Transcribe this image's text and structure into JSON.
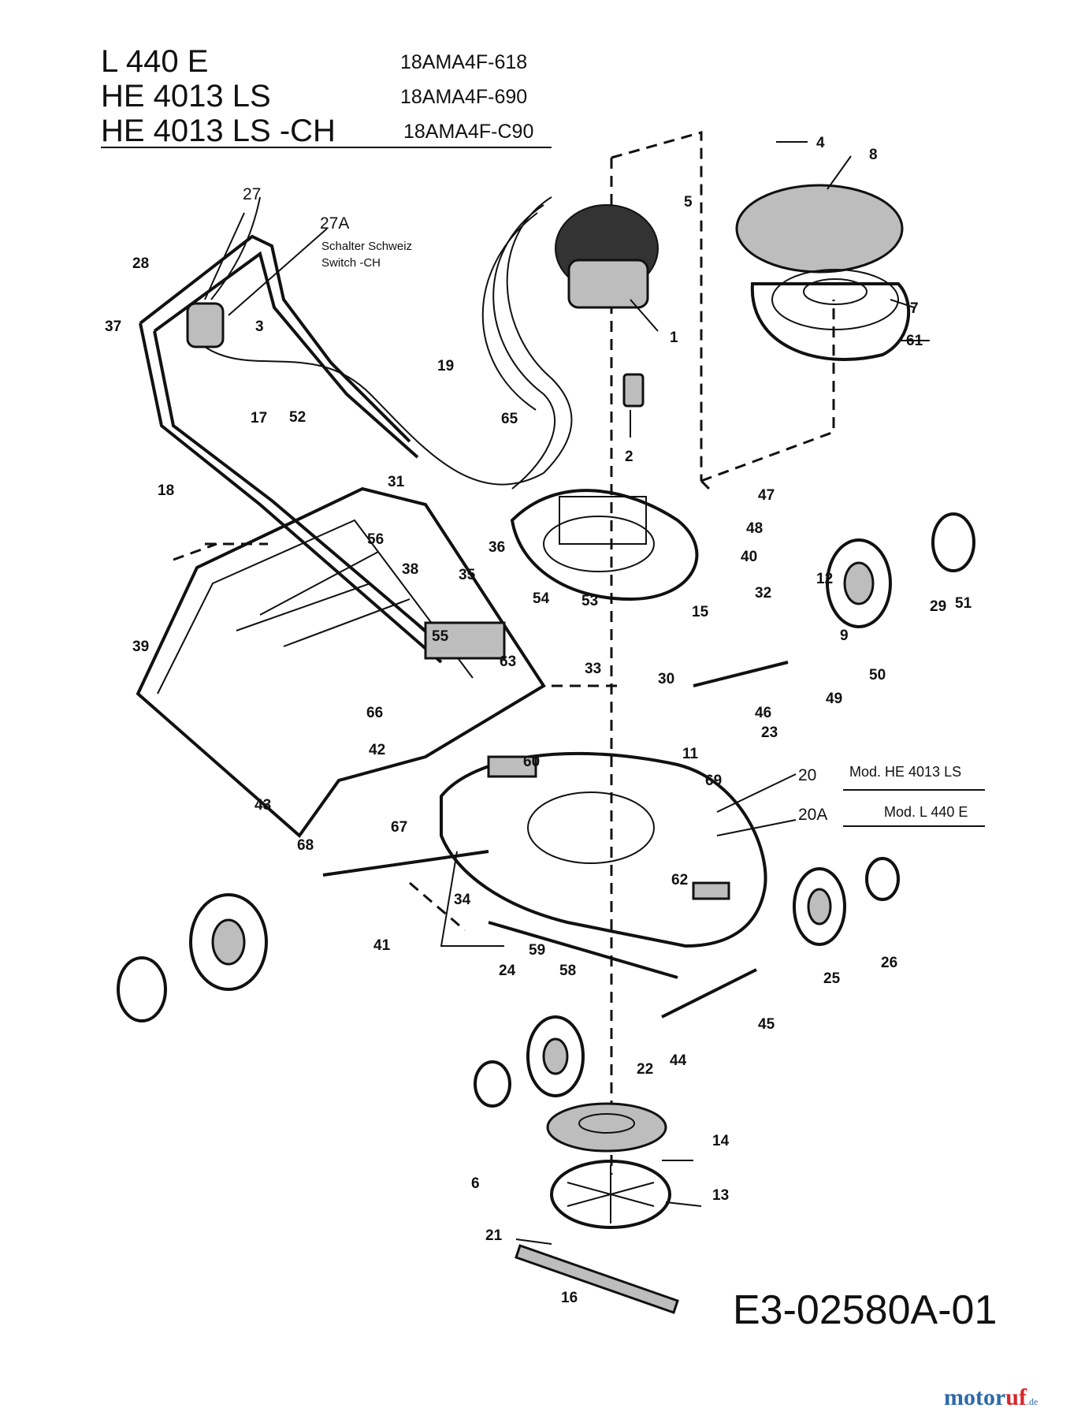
{
  "header": {
    "models": [
      {
        "name": "L 440 E",
        "code": "18AMA4F-618"
      },
      {
        "name": "HE 4013 LS",
        "code": "18AMA4F-690"
      },
      {
        "name": "HE 4013 LS -CH",
        "code": "18AMA4F-C90"
      }
    ]
  },
  "notes": {
    "switch_line1": "Schalter Schweiz",
    "switch_line2": "Switch -CH",
    "mod_20": "Mod. HE 4013 LS",
    "mod_20a": "Mod. L 440 E"
  },
  "part_labels": [
    "1",
    "2",
    "3",
    "4",
    "5",
    "6",
    "7",
    "8",
    "9",
    "11",
    "12",
    "13",
    "14",
    "15",
    "16",
    "17",
    "18",
    "19",
    "20",
    "20A",
    "21",
    "22",
    "23",
    "24",
    "25",
    "26",
    "27",
    "27A",
    "28",
    "29",
    "30",
    "31",
    "32",
    "33",
    "34",
    "35",
    "36",
    "37",
    "38",
    "39",
    "40",
    "41",
    "42",
    "43",
    "44",
    "45",
    "46",
    "47",
    "48",
    "49",
    "50",
    "51",
    "52",
    "53",
    "54",
    "55",
    "56",
    "58",
    "59",
    "60",
    "61",
    "62",
    "63",
    "65",
    "66",
    "67",
    "68",
    "69"
  ],
  "footer": {
    "doc_number": "E3-02580A-01",
    "brand_main": "motor",
    "brand_accent": "uf",
    "brand_suffix": ".de"
  }
}
